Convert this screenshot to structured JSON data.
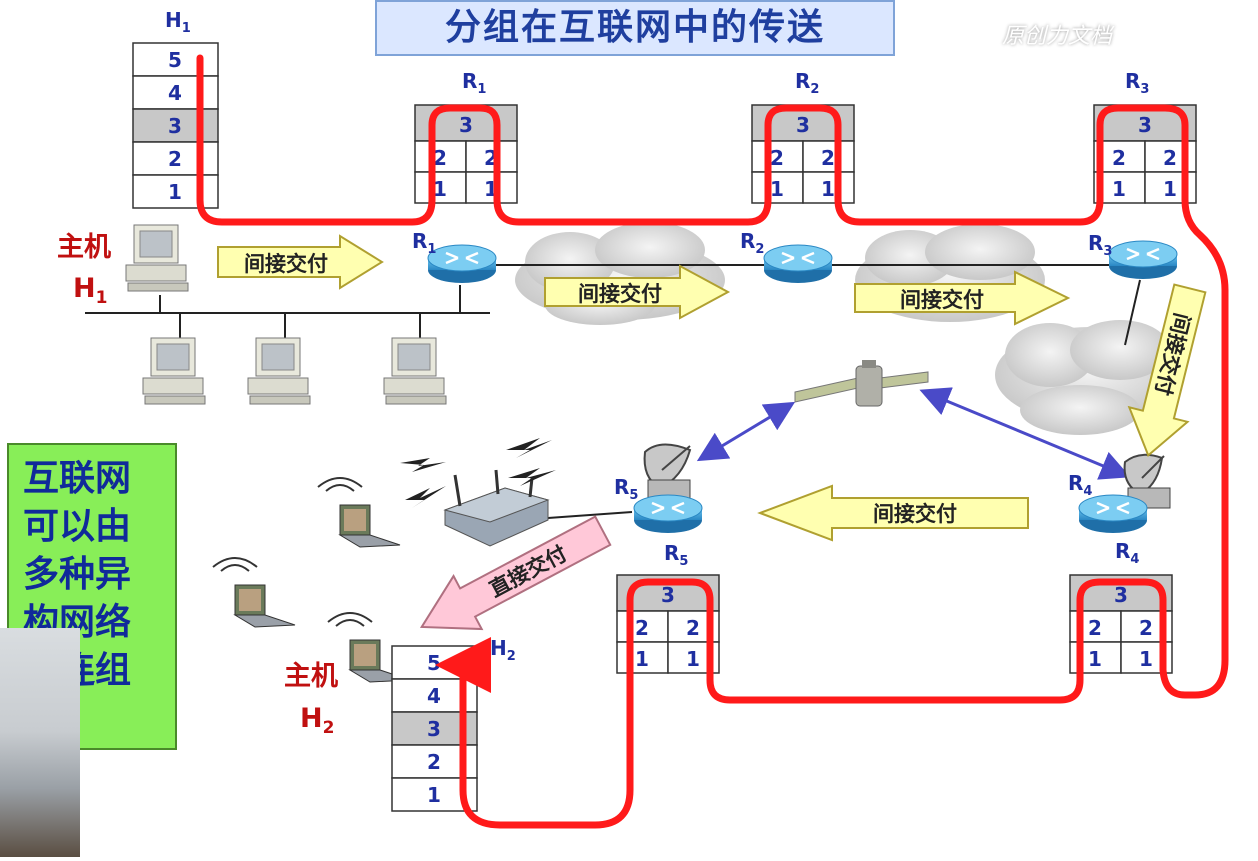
{
  "title": "分组在互联网中的传送",
  "watermark": "原创力文档",
  "note_box": {
    "lines": [
      "互联网",
      "可以由",
      "多种异",
      "构网络",
      "互连组"
    ]
  },
  "hosts": {
    "h1": {
      "top_label": "H",
      "top_sub": "1",
      "caption_line1": "主机",
      "caption_letter": "H",
      "caption_sub": "1",
      "layers": [
        "5",
        "4",
        "3",
        "2",
        "1"
      ]
    },
    "h2": {
      "top_label": "H",
      "top_sub": "2",
      "caption_line1": "主机",
      "caption_letter": "H",
      "caption_sub": "2",
      "layers": [
        "5",
        "4",
        "3",
        "2",
        "1"
      ]
    }
  },
  "routers": [
    {
      "id": "r1",
      "name": "R",
      "sub": "1",
      "stack_top": "3",
      "row2": [
        "2",
        "2"
      ],
      "row1": [
        "1",
        "1"
      ]
    },
    {
      "id": "r2",
      "name": "R",
      "sub": "2",
      "stack_top": "3",
      "row2": [
        "2",
        "2"
      ],
      "row1": [
        "1",
        "1"
      ]
    },
    {
      "id": "r3",
      "name": "R",
      "sub": "3",
      "stack_top": "3",
      "row2": [
        "2",
        "2"
      ],
      "row1": [
        "1",
        "1"
      ]
    },
    {
      "id": "r4",
      "name": "R",
      "sub": "4",
      "stack_top": "3",
      "row2": [
        "2",
        "2"
      ],
      "row1": [
        "1",
        "1"
      ]
    },
    {
      "id": "r5",
      "name": "R",
      "sub": "5",
      "stack_top": "3",
      "row2": [
        "2",
        "2"
      ],
      "row1": [
        "1",
        "1"
      ]
    }
  ],
  "arrows": {
    "indirect": "间接交付",
    "direct": "直接交付"
  },
  "colors": {
    "path": "#ff1a1a",
    "arrow_fill": "#ffffb0",
    "arrow_stroke": "#b0a030",
    "direct_fill": "#ffc8d8",
    "layer_shade": "#c8c8c8",
    "label_blue": "#1f2fa0",
    "label_red": "#c01010",
    "router_blue": "#39a0d8",
    "link_blue": "#4a4ac8"
  }
}
